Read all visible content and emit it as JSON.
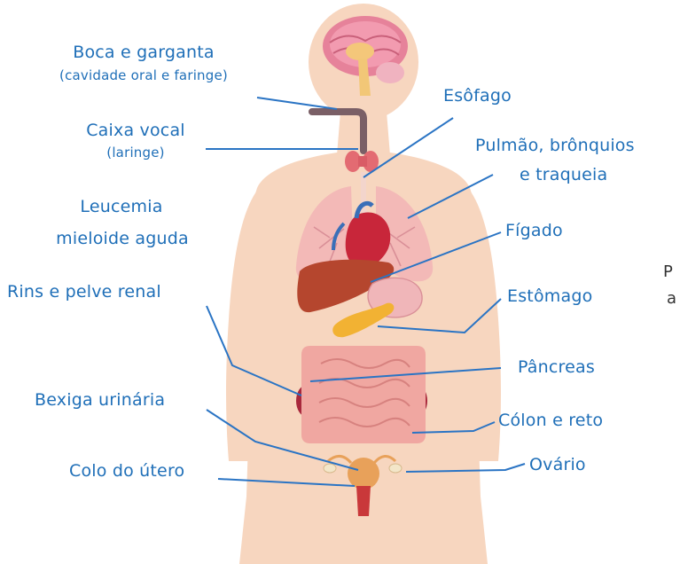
{
  "labels": {
    "boca": "Boca e garganta",
    "boca_sub": "(cavidade oral e faringe)",
    "caixa": "Caixa vocal",
    "caixa_sub": "(laringe)",
    "leucemia_1": "Leucemia",
    "leucemia_2": "mieloide aguda",
    "rins": "Rins e pelve renal",
    "bexiga": "Bexiga urinária",
    "colo": "Colo do útero",
    "esofago": "Esôfago",
    "pulmao_1": "Pulmão, brônquios",
    "pulmao_2": "e traqueia",
    "figado": "Fígado",
    "estomago": "Estômago",
    "pancreas": "Pâncreas",
    "colon": "Cólon e reto",
    "ovario": "Ovário"
  },
  "cutoff_text": {
    "line1": "P",
    "line2": "a"
  },
  "colors": {
    "label": "#1f6fb8",
    "leader": "#2a74c4",
    "skin": "#f7d6bf",
    "heart": "#c8263a",
    "liver": "#b5462e",
    "intestine": "#f0a7a1",
    "pancreas": "#f2b233",
    "uterus": "#e8a15a",
    "brain": "#e6829a"
  }
}
